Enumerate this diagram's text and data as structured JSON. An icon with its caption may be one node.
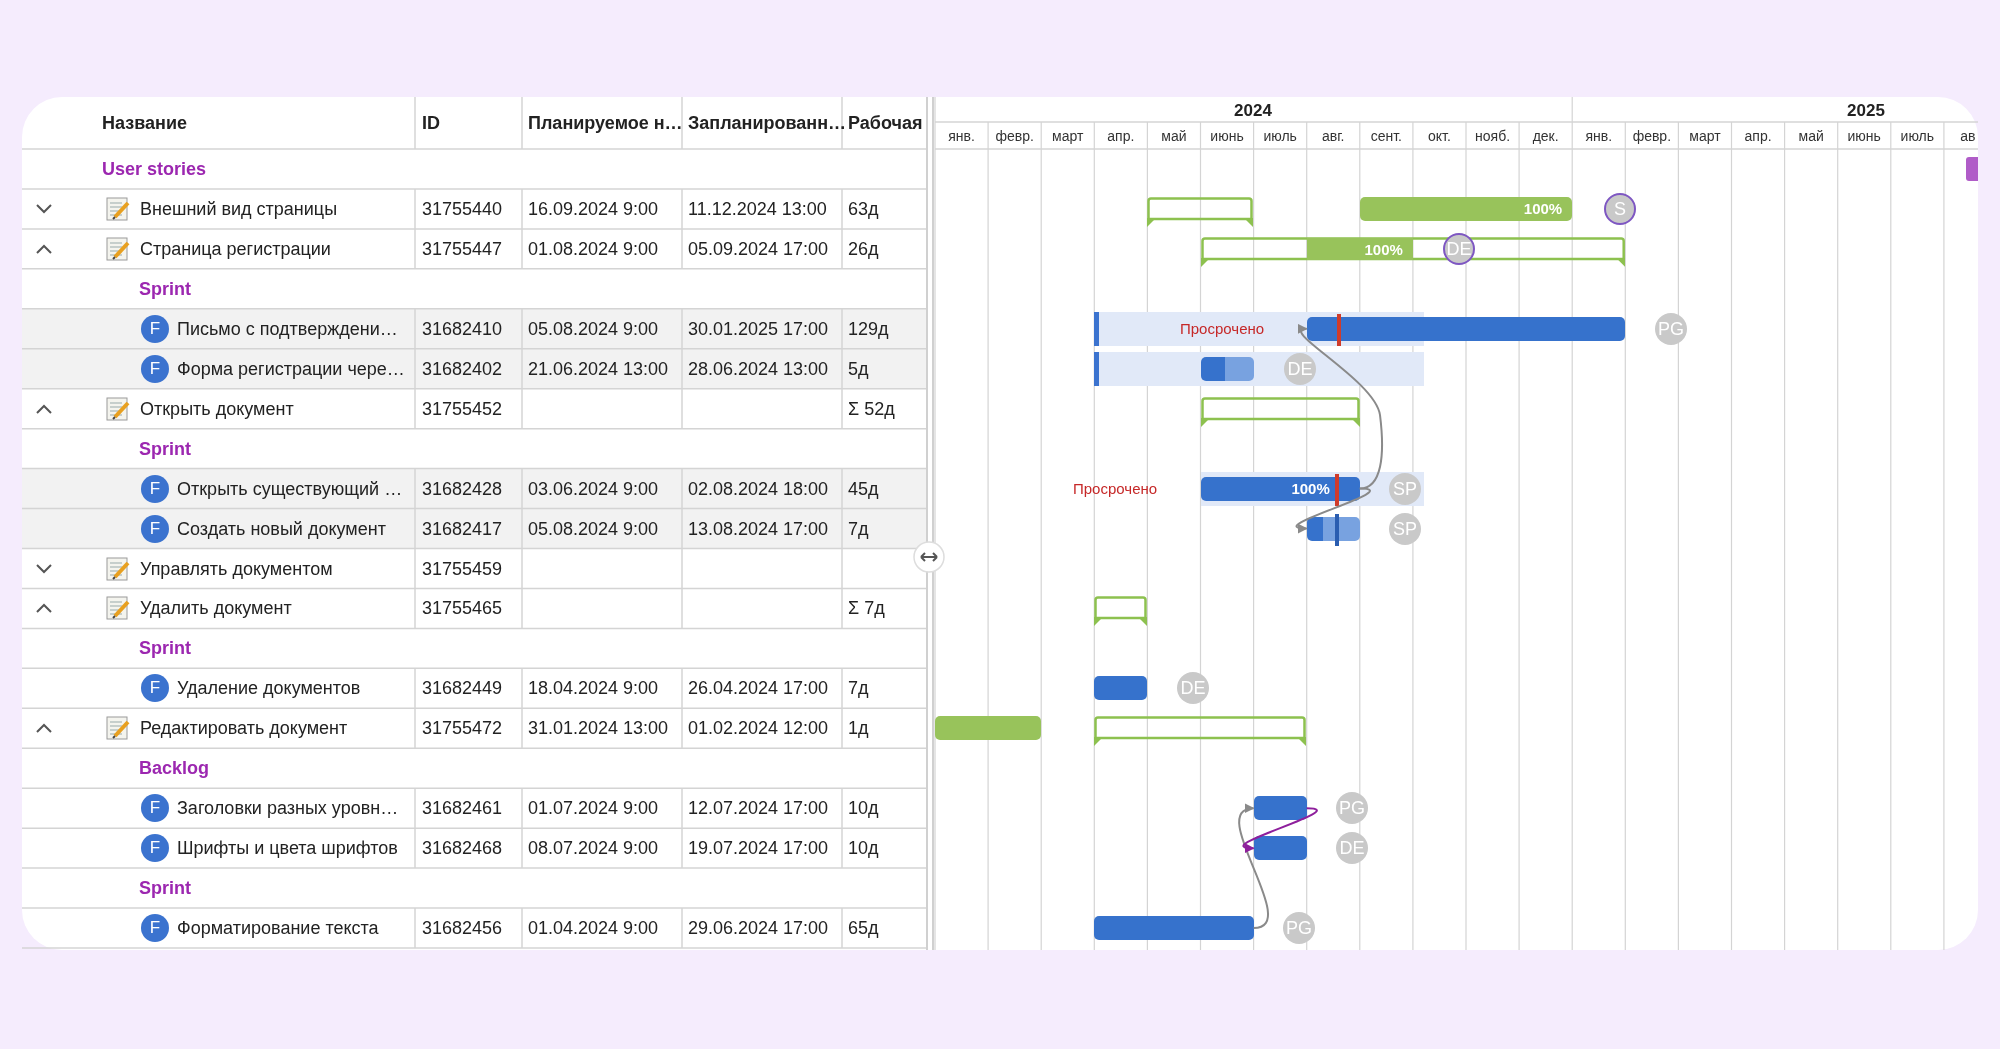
{
  "diagram": {
    "nodes": [
      {
        "text": [],
        "shape": "bar"
      },
      {
        "text": [],
        "shape": "bar"
      },
      {
        "text": [
          "100%"
        ]
      },
      {
        "text": [
          "S"
        ]
      },
      {
        "text": [],
        "shape": "bar"
      },
      {
        "text": [
          "100%"
        ],
        "in": 4
      },
      {
        "text": [
          "DE"
        ]
      },
      {
        "text": [],
        "shape": "bar"
      },
      {
        "text": [
          "PG"
        ]
      },
      {
        "text": [],
        "shape": "bar"
      },
      {
        "text": [
          "DE"
        ]
      },
      {
        "text": [],
        "shape": "bar"
      },
      {
        "text": [
          "100%"
        ]
      },
      {
        "text": [
          "SP"
        ]
      },
      {
        "text": [],
        "shape": "bar"
      },
      {
        "text": [
          "SP"
        ]
      },
      {
        "text": [],
        "shape": "bar"
      },
      {
        "text": [],
        "shape": "bar"
      },
      {
        "text": [
          "DE"
        ]
      },
      {
        "text": [],
        "shape": "bar"
      },
      {
        "text": [],
        "shape": "bar"
      },
      {
        "text": [],
        "shape": "bar"
      },
      {
        "text": [
          "PG"
        ]
      },
      {
        "text": [],
        "shape": "bar"
      },
      {
        "text": [
          "DE"
        ]
      },
      {
        "text": [],
        "shape": "bar"
      },
      {
        "text": [
          "PG"
        ]
      }
    ],
    "edges": [
      {
        "from": 12,
        "to": 7,
        "arrow": "to"
      },
      {
        "from": 12,
        "to": 14,
        "arrow": "to"
      },
      {
        "from": 25,
        "to": 21,
        "arrow": "to"
      },
      {
        "from": 21,
        "to": 23,
        "arrow": "to",
        "color": "#8e1f9c"
      }
    ],
    "labels": [
      "Название",
      "ID",
      "Планируемое н…",
      "Запланированн…",
      "Рабочая",
      "User stories",
      "Внешний вид страницы",
      "31755440",
      "16.09.2024 9:00",
      "11.12.2024 13:00",
      "63д",
      "Страница регистрации",
      "31755447",
      "01.08.2024 9:00",
      "05.09.2024 17:00",
      "26д",
      "Sprint",
      "F",
      "Письмо с подтверждени…",
      "31682410",
      "05.08.2024 9:00",
      "30.01.2025 17:00",
      "129д",
      "F",
      "Форма регистрации чере…",
      "31682402",
      "21.06.2024 13:00",
      "28.06.2024 13:00",
      "5д",
      "Открыть документ",
      "31755452",
      "Σ 52д",
      "Sprint",
      "F",
      "Открыть существующий …",
      "31682428",
      "03.06.2024 9:00",
      "02.08.2024 18:00",
      "45д",
      "F",
      "Создать новый документ",
      "31682417",
      "05.08.2024 9:00",
      "13.08.2024 17:00",
      "7д",
      "Управлять документом",
      "31755459",
      "Удалить документ",
      "31755465",
      "Σ 7д",
      "Sprint",
      "F",
      "Удаление документов",
      "31682449",
      "18.04.2024 9:00",
      "26.04.2024 17:00",
      "7д",
      "Редактировать документ",
      "31755472",
      "31.01.2024 13:00",
      "01.02.2024 12:00",
      "1д",
      "Backlog",
      "F",
      "Заголовки разных уровн…",
      "31682461",
      "01.07.2024 9:00",
      "12.07.2024 17:00",
      "10д",
      "F",
      "Шрифты и цвета шрифтов",
      "31682468",
      "08.07.2024 9:00",
      "19.07.2024 17:00",
      "10д",
      "Sprint",
      "F",
      "Форматирование текста",
      "31682456",
      "01.04.2024 9:00",
      "29.06.2024 17:00",
      "65д",
      "2024",
      "2025",
      "янв.",
      "февр.",
      "март",
      "апр.",
      "май",
      "июнь",
      "июль",
      "авг.",
      "сент.",
      "окт.",
      "нояб.",
      "дек.",
      "янв.",
      "февр.",
      "март",
      "апр.",
      "май",
      "июнь",
      "июль",
      "ав",
      "Просрочено",
      "Просрочено"
    ]
  }
}
